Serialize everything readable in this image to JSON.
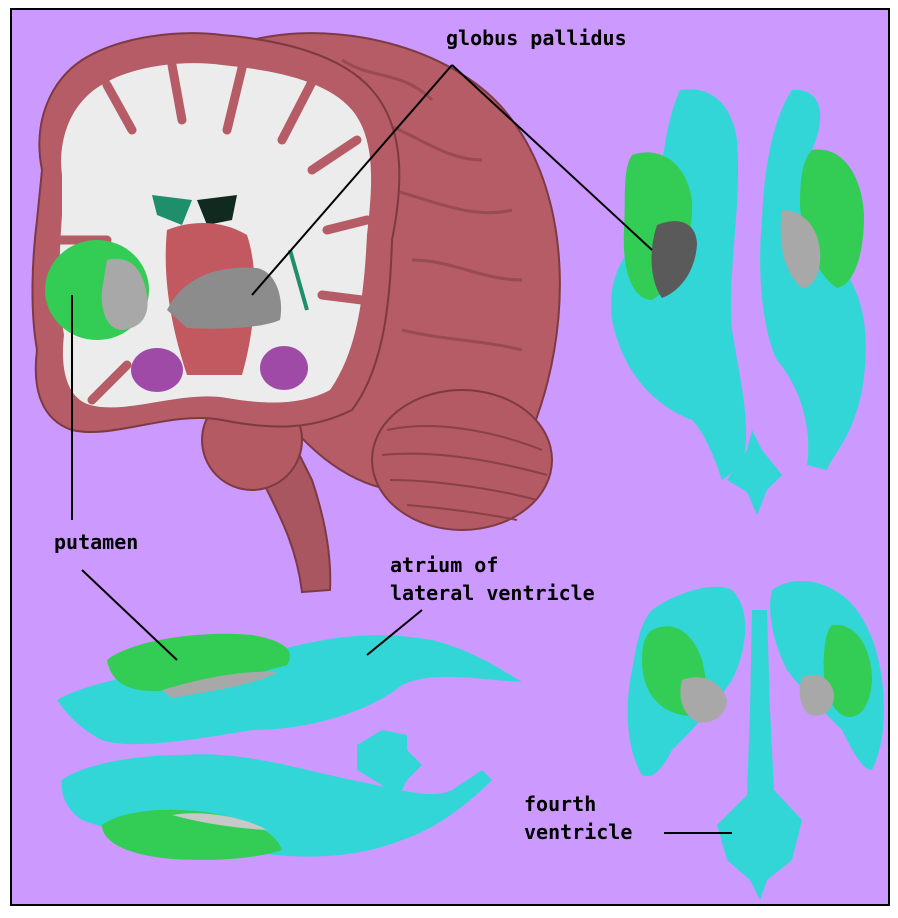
{
  "labels": {
    "globus_pallidus": "globus pallidus",
    "putamen": "putamen",
    "atrium_line1": "atrium of",
    "atrium_line2": "lateral ventricle",
    "fourth_line1": "fourth",
    "fourth_line2": "ventricle"
  },
  "colors": {
    "background": "#cc99ff",
    "cortex": "#b55c66",
    "white_matter": "#ececec",
    "ventricle": "#33d6d6",
    "putamen": "#33cc55",
    "globus_pallidus": "#a8a8a8",
    "thalamus": "#c25860",
    "amygdala": "#a04aa8"
  },
  "icons": [
    "brain-section",
    "ventricle-top-view",
    "ventricle-lateral-view",
    "ventricle-front-view"
  ]
}
